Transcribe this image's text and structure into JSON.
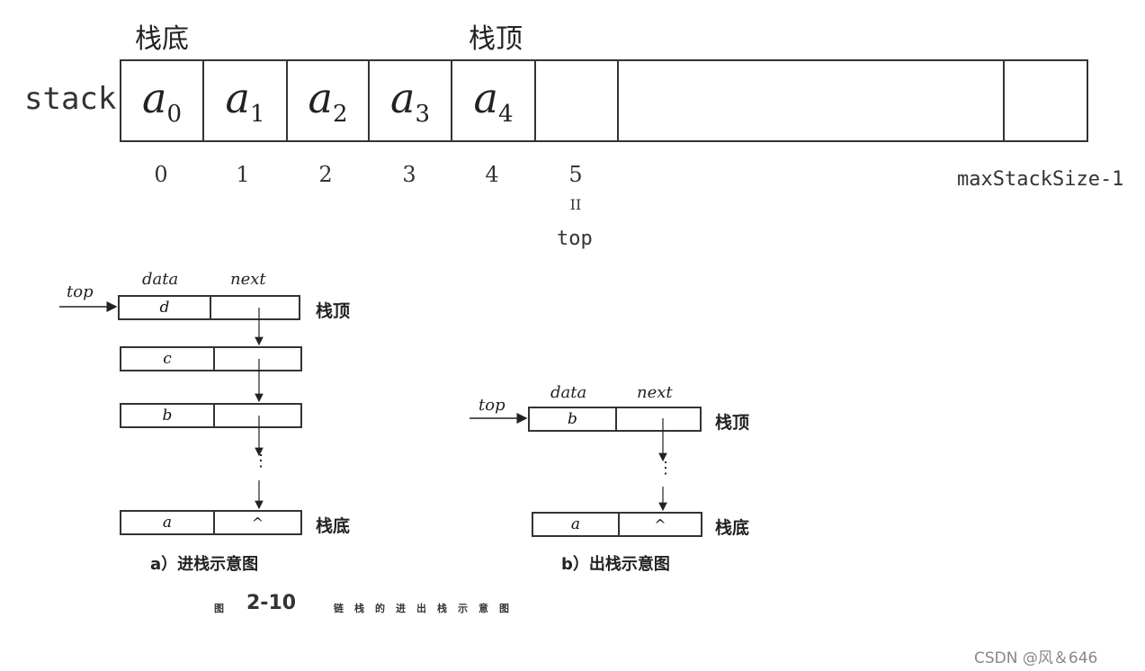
{
  "array_stack": {
    "bottom_label": "栈底",
    "top_label": "栈顶",
    "name": "stack",
    "elements": [
      {
        "base": "a",
        "sub": "0"
      },
      {
        "base": "a",
        "sub": "1"
      },
      {
        "base": "a",
        "sub": "2"
      },
      {
        "base": "a",
        "sub": "3"
      },
      {
        "base": "a",
        "sub": "4"
      }
    ],
    "indices": [
      "0",
      "1",
      "2",
      "3",
      "4",
      "5"
    ],
    "equals": "II",
    "top_pointer": "top",
    "last_index": "maxStackSize-1"
  },
  "linked_push": {
    "top_pointer": "top",
    "header_data": "data",
    "header_next": "next",
    "nodes": [
      "d",
      "c",
      "b",
      "a"
    ],
    "null_symbol": "^",
    "dots": "⋮",
    "top_label": "栈顶",
    "bottom_label": "栈底",
    "caption": "a）进栈示意图"
  },
  "linked_pop": {
    "top_pointer": "top",
    "header_data": "data",
    "header_next": "next",
    "nodes": [
      "b",
      "a"
    ],
    "null_symbol": "^",
    "dots": "⋮",
    "top_label": "栈顶",
    "bottom_label": "栈底",
    "caption": "b）出栈示意图"
  },
  "figure": {
    "number_prefix": "图",
    "number": "2-10",
    "title": "链栈的进出栈示意图"
  },
  "watermark": "CSDN @风＆646"
}
